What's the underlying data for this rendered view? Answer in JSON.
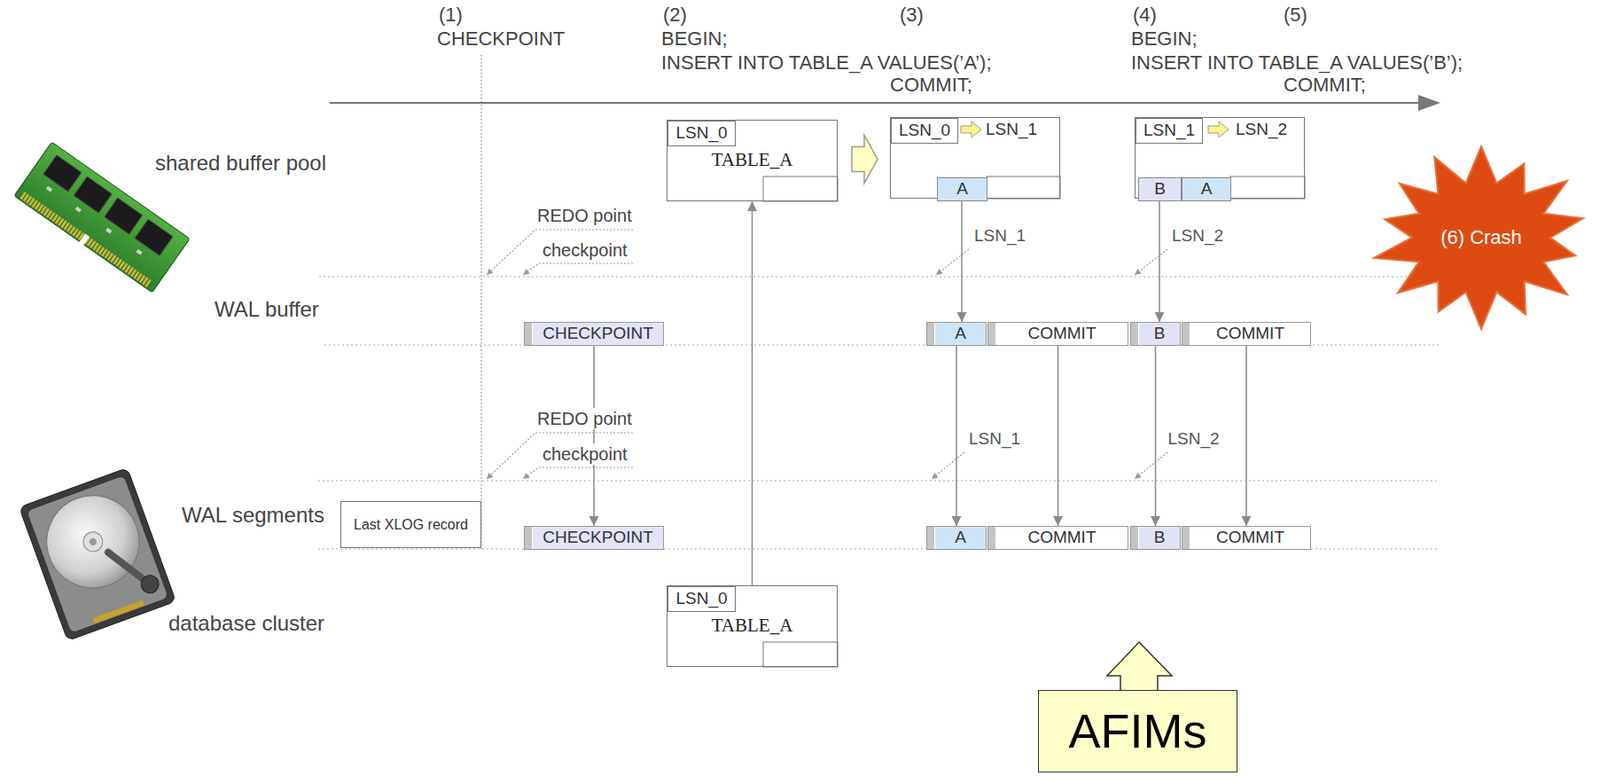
{
  "diagram": {
    "nodes": [
      {
        "text": [
          "TABLE_A"
        ]
      },
      {
        "text": [
          "LSN_0"
        ],
        "in": 0
      },
      {
        "text": [
          "LSN_1"
        ]
      },
      {
        "text": [
          "LSN_0"
        ],
        "in": 2
      },
      {
        "text": [
          "A"
        ],
        "in": 2
      },
      {
        "text": [
          "LSN_2"
        ]
      },
      {
        "text": [
          "LSN_1"
        ],
        "in": 5
      },
      {
        "text": [
          "B"
        ],
        "in": 5
      },
      {
        "text": [
          "A"
        ],
        "in": 5
      },
      {
        "text": [
          "(6) Crash"
        ]
      },
      {
        "text": [
          "CHECKPOINT"
        ]
      },
      {
        "text": [
          "A"
        ]
      },
      {
        "text": [
          "COMMIT"
        ]
      },
      {
        "text": [
          "B"
        ]
      },
      {
        "text": [
          "COMMIT"
        ]
      },
      {
        "text": [
          "Last XLOG record"
        ]
      },
      {
        "text": [
          "CHECKPOINT"
        ]
      },
      {
        "text": [
          "A"
        ]
      },
      {
        "text": [
          "COMMIT"
        ]
      },
      {
        "text": [
          "B"
        ]
      },
      {
        "text": [
          "COMMIT"
        ]
      },
      {
        "text": [
          "TABLE_A"
        ]
      },
      {
        "text": [
          "LSN_0"
        ],
        "in": 21
      },
      {
        "text": [
          "AFIMs"
        ]
      }
    ],
    "edges": [
      {
        "from": 0,
        "to": 2,
        "arrow": "to"
      },
      {
        "from": 21,
        "to": 0,
        "arrow": "to"
      },
      {
        "from": 10,
        "to": 16,
        "arrow": "to"
      },
      {
        "from": 4,
        "to": 11,
        "arrow": "to",
        "label": "LSN_1"
      },
      {
        "from": 11,
        "to": 17,
        "arrow": "to",
        "label": "LSN_1"
      },
      {
        "from": 12,
        "to": 18,
        "arrow": "to"
      },
      {
        "from": 7,
        "to": 13,
        "arrow": "to",
        "label": "LSN_2"
      },
      {
        "from": 13,
        "to": 19,
        "arrow": "to",
        "label": "LSN_2"
      },
      {
        "from": 14,
        "to": 20,
        "arrow": "to"
      }
    ],
    "labels": [
      "(1)",
      "CHECKPOINT",
      "(2)",
      "BEGIN;",
      "INSERT INTO TABLE_A VALUES(’A’);",
      "(3)",
      "COMMIT;",
      "(4)",
      "BEGIN;",
      "INSERT INTO TABLE_A VALUES(’B’);",
      "(5)",
      "COMMIT;",
      "shared buffer pool",
      "REDO point",
      "checkpoint",
      "WAL buffer",
      "REDO point",
      "checkpoint",
      "WAL segments",
      "database cluster"
    ]
  }
}
